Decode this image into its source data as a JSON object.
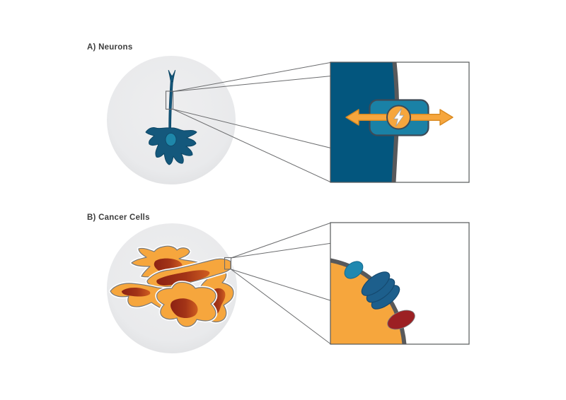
{
  "figure": {
    "panel_a": {
      "label": "A) Neurons",
      "illustration": "neuron-in-circle",
      "magnified_inset": {
        "icons": [
          "ion-channel",
          "bidirectional-arrow-icon",
          "lightning-bolt-icon"
        ]
      }
    },
    "panel_b": {
      "label": "B) Cancer Cells",
      "illustration": "cancer-cell-cluster-in-circle",
      "magnified_inset": {
        "icons": [
          "receptor-protein-light-blue",
          "receptor-protein-stack-dark-blue",
          "receptor-protein-dark-red"
        ]
      }
    }
  },
  "palette": {
    "background": "#ffffff",
    "white": "#ffffff",
    "text": "#3d3d3d",
    "line": "#6b6c6e",
    "frame": "#58595b",
    "membrane": "#58595b",
    "circle-fill": "#e9eaec",
    "circle-edge": "#e0e1e3",
    "neuron-blue": "#14587c",
    "neuron-outline": "#0d4766",
    "nucleus-teal": "#1e87a9",
    "inset-blue": "#03567e",
    "channel-teal": "#1a81a6",
    "channel-outline": "#3d4a57",
    "orange": "#f6a63d",
    "orange-outline": "#d8881f",
    "cell-outline": "#77787a",
    "nucleus-dark": "#8c2213",
    "nucleus-light": "#cf5d20",
    "light-blue": "#1f88b0",
    "mid-blue": "#1d5f8c",
    "mid-blue-outline": "#154a70",
    "dark-red": "#9c2023"
  }
}
